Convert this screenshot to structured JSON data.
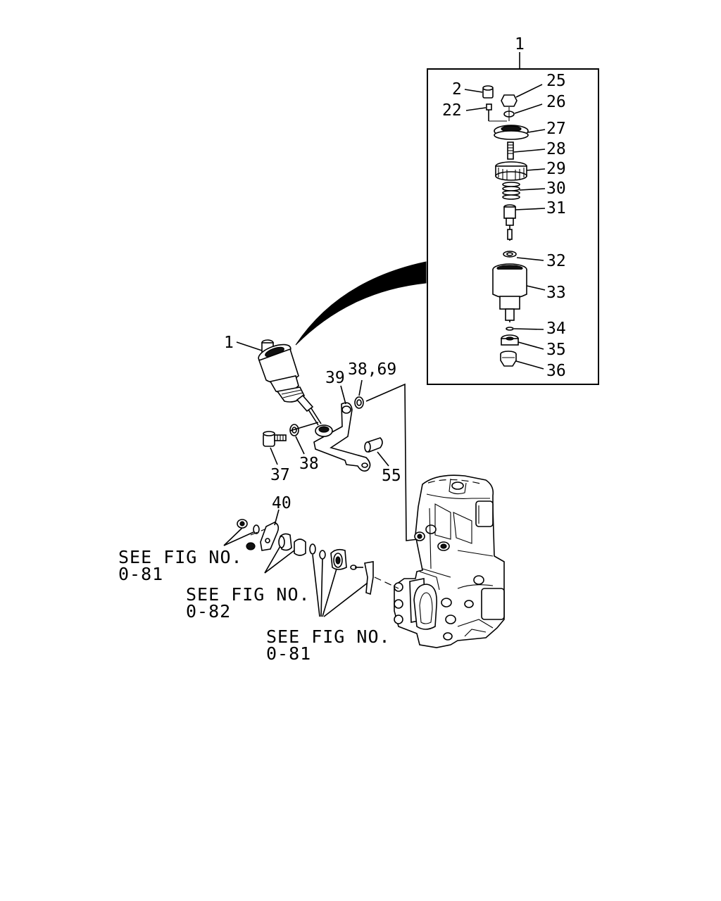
{
  "callouts": {
    "c1_top": "1",
    "c2": "2",
    "c22": "22",
    "c25": "25",
    "c26": "26",
    "c27": "27",
    "c28": "28",
    "c29": "29",
    "c30": "30",
    "c31": "31",
    "c32": "32",
    "c33": "33",
    "c34": "34",
    "c35": "35",
    "c36": "36",
    "c1_main": "1",
    "c39": "39",
    "c38_69": "38,69",
    "c37": "37",
    "c38": "38",
    "c55": "55",
    "c40": "40"
  },
  "references": {
    "ref_a_line1": "SEE FIG NO.",
    "ref_a_line2": "0-81",
    "ref_b_line1": "SEE FIG NO.",
    "ref_b_line2": "0-82",
    "ref_c_line1": "SEE FIG NO.",
    "ref_c_line2": "0-81"
  }
}
